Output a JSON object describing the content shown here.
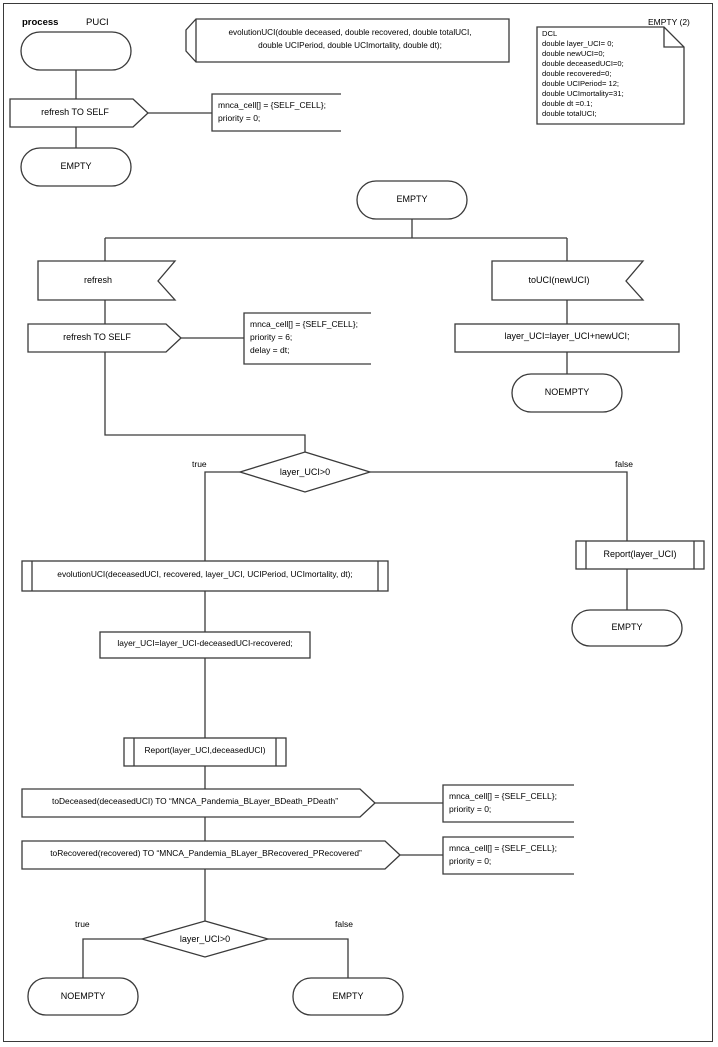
{
  "diagram": {
    "type": "sdl-process-diagram",
    "kind": "process",
    "name": "PUCI",
    "page_label": "EMPTY (2)"
  },
  "procedure_signature": {
    "line1": "evolutionUCI(double deceased, double recovered, double totalUCI,",
    "line2": "double UCIPeriod, double UCImortality, double dt);"
  },
  "dcl_note": {
    "title": "DCL",
    "lines": [
      "double layer_UCI= 0;",
      "double newUCI=0;",
      "double deceasedUCI=0;",
      "double recovered=0;",
      "double UCIPeriod= 12;",
      "double UCImortality=31;",
      "double dt =0.1;",
      "double totalUCI;"
    ]
  },
  "nodes": {
    "start_state": "",
    "send_refresh_self_top": "refresh TO SELF",
    "state_empty_top": "EMPTY",
    "state_empty_center": "EMPTY",
    "input_refresh": "refresh",
    "send_refresh_self_mid": "refresh TO SELF",
    "input_touci": "toUCI(newUCI)",
    "task_layer_add": "layer_UCI=layer_UCI+newUCI;",
    "state_noempty_right": "NOEMPTY",
    "decision_top": "layer_UCI>0",
    "call_evolution": "evolutionUCI(deceasedUCI, recovered, layer_UCI, UCIPeriod, UCImortality, dt);",
    "task_layer_sub": "layer_UCI=layer_UCI-deceasedUCI-recovered;",
    "call_report_two": "Report(layer_UCI,deceasedUCI)",
    "send_todeceased": "toDeceased(deceasedUCI) TO “MNCA_Pandemia_BLayer_BDeath_PDeath”",
    "send_torecovered": "toRecovered(recovered) TO “MNCA_Pandemia_BLayer_BRecovered_PRecovered”",
    "call_report_one": "Report(layer_UCI)",
    "state_empty_false": "EMPTY",
    "decision_bottom": "layer_UCI>0",
    "state_noempty_bottom": "NOEMPTY",
    "state_empty_bottom": "EMPTY"
  },
  "comments": {
    "comment_top": [
      "mnca_cell[] = {SELF_CELL};",
      "priority = 0;"
    ],
    "comment_mid": [
      "mnca_cell[] = {SELF_CELL};",
      "priority = 6;",
      "delay = dt;"
    ],
    "comment_deceased": [
      "mnca_cell[] = {SELF_CELL};",
      "priority = 0;"
    ],
    "comment_recovered": [
      "mnca_cell[] = {SELF_CELL};",
      "priority = 0;"
    ]
  },
  "branches": {
    "top_true": "true",
    "top_false": "false",
    "bottom_true": "true",
    "bottom_false": "false"
  },
  "colors": {
    "line": "#3a3a3a",
    "line_dark": "#000000",
    "text": "#000000",
    "background": "#ffffff"
  }
}
